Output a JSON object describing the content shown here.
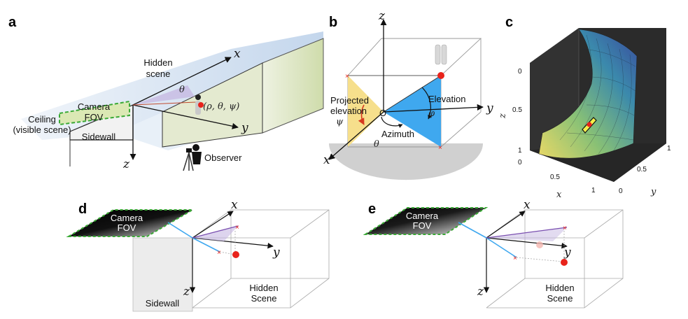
{
  "panels": {
    "a": {
      "label": "a",
      "hidden_scene": [
        "Hidden",
        "scene"
      ],
      "camera_fov": [
        "Camera",
        "FOV"
      ],
      "ceiling": [
        "Ceiling",
        "(visible scene)"
      ],
      "sidewall": "Sidewall",
      "observer": "Observer",
      "coords": "(ρ, θ, ψ)",
      "axis_x": "x",
      "axis_y": "y",
      "axis_z": "z",
      "theta": "θ",
      "psi": "ψ"
    },
    "b": {
      "label": "b",
      "projected_elevation": [
        "Projected",
        "elevation"
      ],
      "elevation": "Elevation",
      "azimuth": "Azimuth",
      "origin": "O",
      "phi": "φ",
      "psi": "ψ",
      "theta": "θ",
      "axis_x": "x",
      "axis_y": "y",
      "axis_z": "z"
    },
    "c": {
      "label": "c",
      "axis_x": "x",
      "axis_y": "y",
      "axis_z": "z",
      "z_ticks": [
        "0",
        "0.5",
        "1"
      ],
      "x_ticks": [
        "0",
        "0.5",
        "1"
      ],
      "y_ticks": [
        "1",
        "0.5",
        "0"
      ]
    },
    "d": {
      "label": "d",
      "camera_fov": [
        "Camera",
        "FOV"
      ],
      "sidewall": "Sidewall",
      "hidden_scene": [
        "Hidden",
        "Scene"
      ],
      "axis_x": "x",
      "axis_y": "y",
      "axis_z": "z"
    },
    "e": {
      "label": "e",
      "camera_fov": [
        "Camera",
        "FOV"
      ],
      "hidden_scene": [
        "Hidden",
        "Scene"
      ],
      "axis_x": "x",
      "axis_y": "y",
      "axis_z": "z"
    }
  },
  "colors": {
    "hidden_scene_fill": "#c9d9ee",
    "sidewall_fill": "#dfe7c8",
    "fov_border": "#3aa935",
    "azimuth_blue": "#3fa8ef",
    "proj_yellow": "#f6df8c",
    "marker_red": "#e8231b",
    "psi_red": "#d6391f"
  }
}
